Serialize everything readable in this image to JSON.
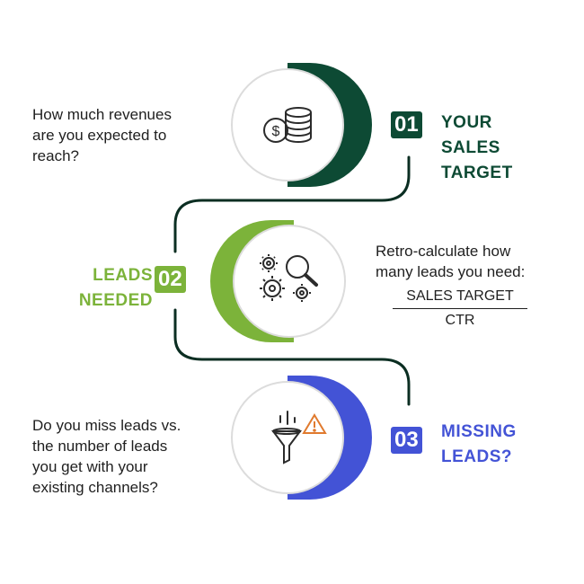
{
  "colors": {
    "step1": "#0d4a34",
    "step2": "#7cb33a",
    "step3": "#4353d6",
    "text": "#1f1f1f",
    "connector": "#0b2e22",
    "icon_stroke": "#2b2b2b",
    "warning": "#e07a2e"
  },
  "steps": [
    {
      "number": "01",
      "title_lines": [
        "YOUR",
        "SALES",
        "TARGET"
      ],
      "description_lines": [
        "How much revenues",
        "are you expected to",
        "reach?"
      ],
      "icon": "coins-dollar-icon"
    },
    {
      "number": "02",
      "title_lines": [
        "LEADS",
        "NEEDED"
      ],
      "description_lines": [
        "Retro-calculate how",
        "many leads you need:"
      ],
      "formula": {
        "numerator": "SALES TARGET",
        "denominator": "CTR"
      },
      "icon": "gears-magnifier-icon"
    },
    {
      "number": "03",
      "title_lines": [
        "MISSING",
        "LEADS?"
      ],
      "description_lines": [
        "Do you miss leads vs.",
        "the number of leads",
        "you get with your",
        "existing channels?"
      ],
      "icon": "funnel-warning-icon"
    }
  ]
}
